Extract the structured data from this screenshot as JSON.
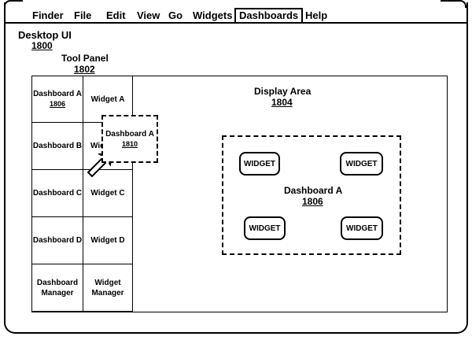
{
  "menu": {
    "items": [
      {
        "label": "Finder"
      },
      {
        "label": "File"
      },
      {
        "label": "Edit"
      },
      {
        "label": "View"
      },
      {
        "label": "Go"
      },
      {
        "label": "Widgets"
      },
      {
        "label": "Dashboards",
        "selected": true
      },
      {
        "label": "Help"
      }
    ]
  },
  "desktop": {
    "title": "Desktop UI",
    "ref": "1800"
  },
  "tool_panel": {
    "title": "Tool Panel",
    "ref": "1802",
    "dashboards": [
      {
        "label": "Dashboard A",
        "ref": "1806"
      },
      {
        "label": "Dashboard B"
      },
      {
        "label": "Dashboard C"
      },
      {
        "label": "Dashboard D"
      },
      {
        "label": "Dashboard Manager"
      }
    ],
    "widgets": [
      {
        "label": "Widget A"
      },
      {
        "label": "Wid"
      },
      {
        "label": "Widget C"
      },
      {
        "label": "Widget D"
      },
      {
        "label": "Widget Manager"
      }
    ]
  },
  "dragged_dashboard": {
    "label": "Dashboard A",
    "ref": "1810"
  },
  "display_area": {
    "title": "Display Area",
    "ref": "1804",
    "dashboard": {
      "label": "Dashboard A",
      "ref": "1806"
    },
    "widgets": [
      "WIDGET",
      "WIDGET",
      "WIDGET",
      "WIDGET"
    ]
  }
}
